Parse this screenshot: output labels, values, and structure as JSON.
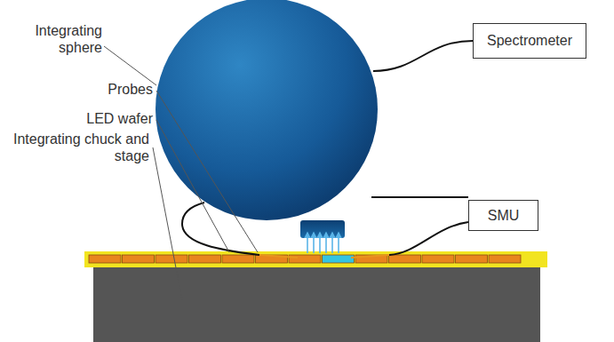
{
  "diagram": {
    "nodes": [
      {
        "text": [
          "Spectrometer"
        ]
      },
      {
        "text": [
          "SMU"
        ]
      }
    ],
    "labels": [
      "Integrating sphere",
      "Probes",
      "LED wafer",
      "Integrating chuck and stage"
    ]
  }
}
